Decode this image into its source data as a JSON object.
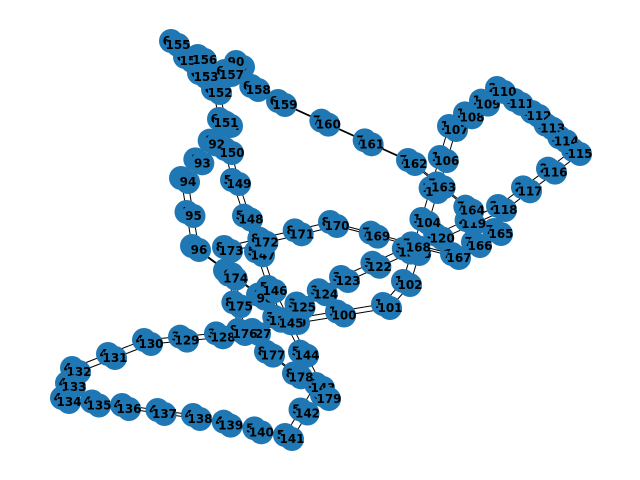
{
  "style": {
    "node_color": "#1f77b4",
    "edge_color": "#000000",
    "label_color": "#000000"
  },
  "graph": {
    "nodes": [
      "0",
      "1",
      "2",
      "3",
      "4",
      "5",
      "6",
      "7",
      "8",
      "9",
      "10",
      "11",
      "12",
      "13",
      "14",
      "15",
      "16",
      "17",
      "18",
      "19",
      "20",
      "21",
      "22",
      "23",
      "24",
      "25",
      "26",
      "27",
      "28",
      "29",
      "30",
      "31",
      "32",
      "33",
      "34",
      "35",
      "36",
      "37",
      "38",
      "39",
      "40",
      "41",
      "42",
      "43",
      "44",
      "45",
      "46",
      "47",
      "48",
      "49",
      "50",
      "51",
      "52",
      "53",
      "54",
      "55",
      "56",
      "57",
      "58",
      "59",
      "60",
      "61",
      "62",
      "63",
      "64",
      "65",
      "66",
      "67",
      "68",
      "69",
      "70",
      "71",
      "72",
      "73",
      "74",
      "75",
      "76",
      "77",
      "78",
      "79",
      "80",
      "81",
      "82",
      "83",
      "84",
      "85",
      "86",
      "87",
      "88",
      "89",
      "90",
      "91",
      "92",
      "93",
      "94",
      "95",
      "96",
      "97",
      "98",
      "99",
      "100",
      "101",
      "102",
      "103",
      "104",
      "105",
      "106",
      "107",
      "108",
      "109",
      "110",
      "111",
      "112",
      "113",
      "114",
      "115",
      "116",
      "117",
      "118",
      "119",
      "120",
      "121",
      "122",
      "123",
      "124",
      "125",
      "126",
      "127",
      "128",
      "129",
      "130",
      "131",
      "132",
      "133",
      "134",
      "135",
      "136",
      "137",
      "138",
      "139",
      "140",
      "141",
      "142",
      "143",
      "144",
      "145",
      "146",
      "147",
      "148",
      "149",
      "150",
      "151",
      "152",
      "153",
      "154",
      "155",
      "156",
      "157",
      "158",
      "159",
      "160",
      "161",
      "162",
      "163",
      "164",
      "165",
      "166",
      "167",
      "168",
      "169",
      "170",
      "171",
      "172",
      "173",
      "174",
      "175",
      "176",
      "177",
      "178",
      "179"
    ],
    "edges": [
      [
        "0",
        "90"
      ],
      [
        "1",
        "91"
      ],
      [
        "2",
        "92"
      ],
      [
        "3",
        "93"
      ],
      [
        "4",
        "94"
      ],
      [
        "5",
        "95"
      ],
      [
        "6",
        "96"
      ],
      [
        "7",
        "97"
      ],
      [
        "8",
        "98"
      ],
      [
        "9",
        "99"
      ],
      [
        "10",
        "100"
      ],
      [
        "11",
        "101"
      ],
      [
        "12",
        "102"
      ],
      [
        "13",
        "103"
      ],
      [
        "14",
        "104"
      ],
      [
        "15",
        "105"
      ],
      [
        "16",
        "106"
      ],
      [
        "17",
        "107"
      ],
      [
        "18",
        "108"
      ],
      [
        "19",
        "109"
      ],
      [
        "20",
        "110"
      ],
      [
        "21",
        "111"
      ],
      [
        "22",
        "112"
      ],
      [
        "23",
        "113"
      ],
      [
        "24",
        "114"
      ],
      [
        "25",
        "115"
      ],
      [
        "26",
        "116"
      ],
      [
        "27",
        "117"
      ],
      [
        "28",
        "118"
      ],
      [
        "29",
        "119"
      ],
      [
        "30",
        "120"
      ],
      [
        "31",
        "121"
      ],
      [
        "32",
        "122"
      ],
      [
        "33",
        "123"
      ],
      [
        "34",
        "124"
      ],
      [
        "35",
        "125"
      ],
      [
        "36",
        "126"
      ],
      [
        "37",
        "127"
      ],
      [
        "38",
        "128"
      ],
      [
        "39",
        "129"
      ],
      [
        "40",
        "130"
      ],
      [
        "41",
        "131"
      ],
      [
        "42",
        "132"
      ],
      [
        "43",
        "133"
      ],
      [
        "44",
        "134"
      ],
      [
        "45",
        "135"
      ],
      [
        "46",
        "136"
      ],
      [
        "47",
        "137"
      ],
      [
        "48",
        "138"
      ],
      [
        "49",
        "139"
      ],
      [
        "50",
        "140"
      ],
      [
        "51",
        "141"
      ],
      [
        "52",
        "142"
      ],
      [
        "53",
        "143"
      ],
      [
        "54",
        "144"
      ],
      [
        "55",
        "145"
      ],
      [
        "56",
        "146"
      ],
      [
        "57",
        "147"
      ],
      [
        "58",
        "148"
      ],
      [
        "59",
        "149"
      ],
      [
        "60",
        "150"
      ],
      [
        "61",
        "151"
      ],
      [
        "62",
        "152"
      ],
      [
        "63",
        "153"
      ],
      [
        "64",
        "154"
      ],
      [
        "65",
        "155"
      ],
      [
        "66",
        "156"
      ],
      [
        "67",
        "157"
      ],
      [
        "68",
        "158"
      ],
      [
        "69",
        "159"
      ],
      [
        "70",
        "160"
      ],
      [
        "71",
        "161"
      ],
      [
        "72",
        "162"
      ],
      [
        "73",
        "163"
      ],
      [
        "74",
        "164"
      ],
      [
        "75",
        "165"
      ],
      [
        "76",
        "166"
      ],
      [
        "77",
        "167"
      ],
      [
        "78",
        "168"
      ],
      [
        "79",
        "169"
      ],
      [
        "80",
        "170"
      ],
      [
        "81",
        "171"
      ],
      [
        "82",
        "172"
      ],
      [
        "83",
        "173"
      ],
      [
        "84",
        "174"
      ],
      [
        "85",
        "175"
      ],
      [
        "86",
        "176"
      ],
      [
        "87",
        "177"
      ],
      [
        "88",
        "178"
      ],
      [
        "89",
        "179"
      ],
      [
        "1",
        "2"
      ],
      [
        "2",
        "3"
      ],
      [
        "3",
        "4"
      ],
      [
        "4",
        "5"
      ],
      [
        "5",
        "6"
      ],
      [
        "6",
        "7"
      ],
      [
        "7",
        "8"
      ],
      [
        "8",
        "9"
      ],
      [
        "9",
        "10"
      ],
      [
        "10",
        "11"
      ],
      [
        "11",
        "12"
      ],
      [
        "12",
        "13"
      ],
      [
        "13",
        "14"
      ],
      [
        "14",
        "15"
      ],
      [
        "15",
        "16"
      ],
      [
        "16",
        "17"
      ],
      [
        "17",
        "18"
      ],
      [
        "18",
        "19"
      ],
      [
        "19",
        "20"
      ],
      [
        "20",
        "21"
      ],
      [
        "21",
        "22"
      ],
      [
        "22",
        "23"
      ],
      [
        "23",
        "24"
      ],
      [
        "24",
        "25"
      ],
      [
        "25",
        "26"
      ],
      [
        "26",
        "27"
      ],
      [
        "27",
        "28"
      ],
      [
        "28",
        "29"
      ],
      [
        "29",
        "30"
      ],
      [
        "30",
        "31"
      ],
      [
        "31",
        "32"
      ],
      [
        "32",
        "33"
      ],
      [
        "33",
        "34"
      ],
      [
        "34",
        "35"
      ],
      [
        "35",
        "36"
      ],
      [
        "36",
        "37"
      ],
      [
        "37",
        "38"
      ],
      [
        "38",
        "39"
      ],
      [
        "39",
        "40"
      ],
      [
        "40",
        "41"
      ],
      [
        "41",
        "42"
      ],
      [
        "42",
        "43"
      ],
      [
        "43",
        "44"
      ],
      [
        "44",
        "45"
      ],
      [
        "45",
        "46"
      ],
      [
        "46",
        "47"
      ],
      [
        "47",
        "48"
      ],
      [
        "48",
        "49"
      ],
      [
        "49",
        "50"
      ],
      [
        "50",
        "51"
      ],
      [
        "51",
        "52"
      ],
      [
        "52",
        "53"
      ],
      [
        "53",
        "54"
      ],
      [
        "54",
        "55"
      ],
      [
        "55",
        "56"
      ],
      [
        "56",
        "57"
      ],
      [
        "57",
        "58"
      ],
      [
        "58",
        "59"
      ],
      [
        "59",
        "60"
      ],
      [
        "60",
        "61"
      ],
      [
        "61",
        "62"
      ],
      [
        "62",
        "63"
      ],
      [
        "63",
        "64"
      ],
      [
        "64",
        "65"
      ],
      [
        "65",
        "66"
      ],
      [
        "66",
        "67"
      ],
      [
        "67",
        "68"
      ],
      [
        "68",
        "69"
      ],
      [
        "69",
        "70"
      ],
      [
        "70",
        "71"
      ],
      [
        "71",
        "72"
      ],
      [
        "72",
        "73"
      ],
      [
        "73",
        "74"
      ],
      [
        "74",
        "75"
      ],
      [
        "75",
        "76"
      ],
      [
        "76",
        "77"
      ],
      [
        "77",
        "78"
      ],
      [
        "78",
        "79"
      ],
      [
        "79",
        "80"
      ],
      [
        "80",
        "81"
      ],
      [
        "81",
        "82"
      ],
      [
        "82",
        "83"
      ],
      [
        "83",
        "84"
      ],
      [
        "84",
        "85"
      ],
      [
        "85",
        "86"
      ],
      [
        "86",
        "87"
      ],
      [
        "87",
        "88"
      ],
      [
        "88",
        "89"
      ],
      [
        "91",
        "92"
      ],
      [
        "92",
        "93"
      ],
      [
        "93",
        "94"
      ],
      [
        "94",
        "95"
      ],
      [
        "95",
        "96"
      ],
      [
        "96",
        "97"
      ],
      [
        "97",
        "98"
      ],
      [
        "98",
        "99"
      ],
      [
        "99",
        "100"
      ],
      [
        "100",
        "101"
      ],
      [
        "101",
        "102"
      ],
      [
        "102",
        "103"
      ],
      [
        "103",
        "104"
      ],
      [
        "104",
        "105"
      ],
      [
        "105",
        "106"
      ],
      [
        "106",
        "107"
      ],
      [
        "107",
        "108"
      ],
      [
        "108",
        "109"
      ],
      [
        "109",
        "110"
      ],
      [
        "110",
        "111"
      ],
      [
        "111",
        "112"
      ],
      [
        "112",
        "113"
      ],
      [
        "113",
        "114"
      ],
      [
        "114",
        "115"
      ],
      [
        "115",
        "116"
      ],
      [
        "116",
        "117"
      ],
      [
        "117",
        "118"
      ],
      [
        "118",
        "119"
      ],
      [
        "119",
        "120"
      ],
      [
        "120",
        "121"
      ],
      [
        "121",
        "122"
      ],
      [
        "122",
        "123"
      ],
      [
        "123",
        "124"
      ],
      [
        "124",
        "125"
      ],
      [
        "125",
        "126"
      ],
      [
        "126",
        "127"
      ],
      [
        "127",
        "128"
      ],
      [
        "128",
        "129"
      ],
      [
        "129",
        "130"
      ],
      [
        "130",
        "131"
      ],
      [
        "131",
        "132"
      ],
      [
        "132",
        "133"
      ],
      [
        "133",
        "134"
      ],
      [
        "134",
        "135"
      ],
      [
        "135",
        "136"
      ],
      [
        "136",
        "137"
      ],
      [
        "137",
        "138"
      ],
      [
        "138",
        "139"
      ],
      [
        "139",
        "140"
      ],
      [
        "140",
        "141"
      ],
      [
        "141",
        "142"
      ],
      [
        "142",
        "143"
      ],
      [
        "143",
        "144"
      ],
      [
        "144",
        "145"
      ],
      [
        "145",
        "146"
      ],
      [
        "146",
        "147"
      ],
      [
        "147",
        "148"
      ],
      [
        "148",
        "149"
      ],
      [
        "149",
        "150"
      ],
      [
        "150",
        "151"
      ],
      [
        "151",
        "152"
      ],
      [
        "152",
        "153"
      ],
      [
        "153",
        "154"
      ],
      [
        "154",
        "155"
      ],
      [
        "155",
        "156"
      ],
      [
        "156",
        "157"
      ],
      [
        "157",
        "158"
      ],
      [
        "158",
        "159"
      ],
      [
        "159",
        "160"
      ],
      [
        "160",
        "161"
      ],
      [
        "161",
        "162"
      ],
      [
        "162",
        "163"
      ],
      [
        "163",
        "164"
      ],
      [
        "164",
        "165"
      ],
      [
        "165",
        "166"
      ],
      [
        "166",
        "167"
      ],
      [
        "167",
        "168"
      ],
      [
        "168",
        "169"
      ],
      [
        "169",
        "170"
      ],
      [
        "170",
        "171"
      ],
      [
        "171",
        "172"
      ],
      [
        "172",
        "173"
      ],
      [
        "173",
        "174"
      ],
      [
        "174",
        "175"
      ],
      [
        "175",
        "176"
      ],
      [
        "176",
        "177"
      ],
      [
        "177",
        "178"
      ],
      [
        "178",
        "179"
      ]
    ]
  }
}
